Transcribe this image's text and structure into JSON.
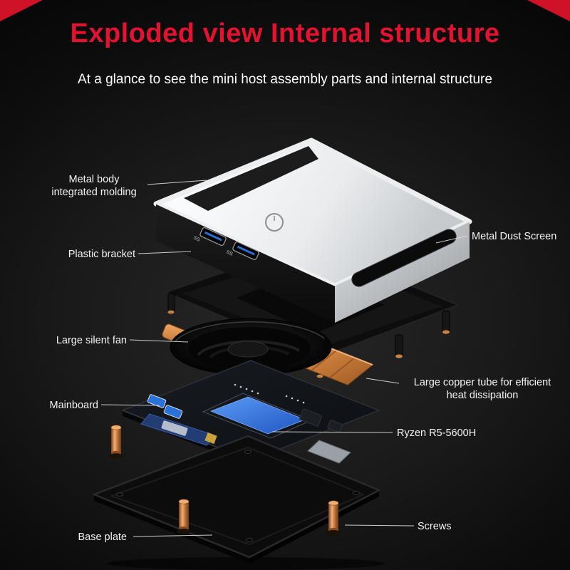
{
  "header": {
    "title": "Exploded view Internal structure",
    "subtitle": "At a glance to see the mini host assembly parts and internal structure"
  },
  "labels": {
    "metal_body": "Metal body integrated molding",
    "plastic_bracket": "Plastic bracket",
    "large_silent_fan": "Large silent fan",
    "mainboard": "Mainboard",
    "base_plate": "Base plate",
    "metal_dust_screen": "Metal Dust Screen",
    "copper_tube": "Large copper tube for efficient heat dissipation",
    "cpu_model": "Ryzen R5-5600H",
    "screws": "Screws"
  },
  "device": {
    "usb_marking": "SS"
  },
  "colors": {
    "title_red": "#e31230",
    "copper": "#c9813f",
    "cpu_blue": "#2f6fd8",
    "case_white": "#e9eaec",
    "background": "#101010"
  }
}
